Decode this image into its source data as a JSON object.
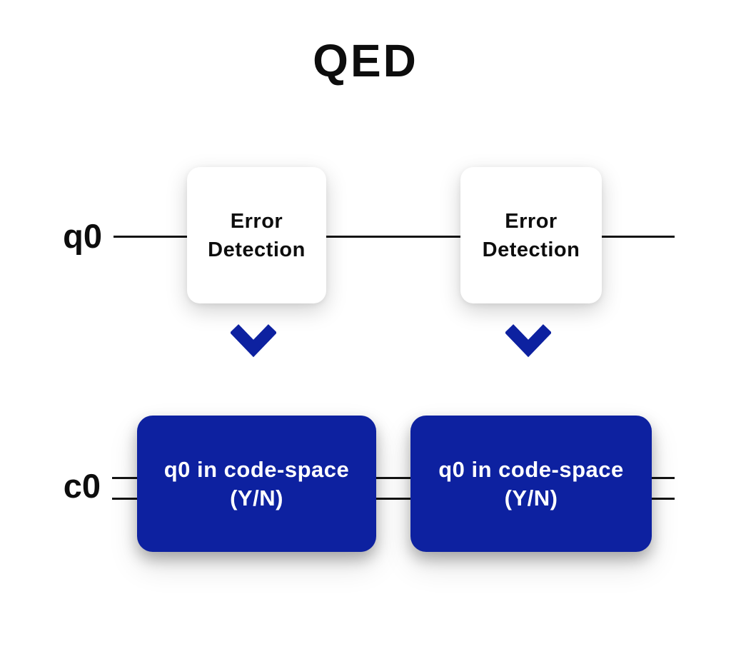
{
  "title": "QED",
  "colors": {
    "blue": "#0d21a0",
    "wire": "#141414",
    "ink": "#0d0d0d",
    "box_text_light": "#ffffff",
    "bg": "#ffffff"
  },
  "wires": {
    "q0": {
      "label": "q0",
      "type": "quantum"
    },
    "c0": {
      "label": "c0",
      "type": "classical"
    }
  },
  "gates": [
    {
      "line1": "Error",
      "line2": "Detection"
    },
    {
      "line1": "Error",
      "line2": "Detection"
    }
  ],
  "arrows": [
    {
      "icon": "chevron-down-icon"
    },
    {
      "icon": "chevron-down-icon"
    }
  ],
  "results": [
    {
      "line1": "q0 in code-space",
      "line2": "(Y/N)"
    },
    {
      "line1": "q0 in code-space",
      "line2": "(Y/N)"
    }
  ]
}
